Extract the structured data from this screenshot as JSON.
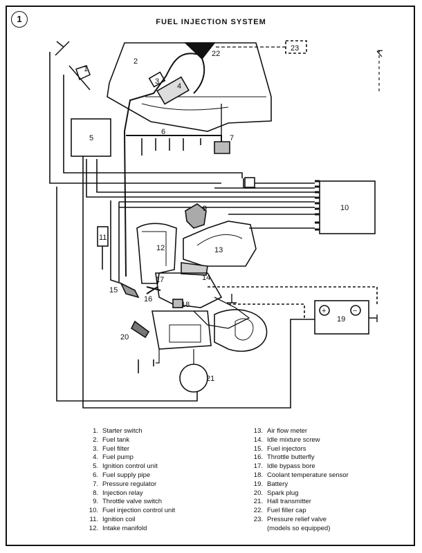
{
  "figure": {
    "number": "1",
    "title": "FUEL INJECTION SYSTEM"
  },
  "callouts": [
    "1",
    "2",
    "3",
    "4",
    "5",
    "6",
    "7",
    "9",
    "10",
    "11",
    "12",
    "13",
    "14",
    "15",
    "16",
    "17",
    "18",
    "19",
    "20",
    "21",
    "22",
    "23"
  ],
  "battery_symbols": {
    "plus": "+",
    "minus": "−"
  },
  "legend_left": [
    {
      "n": "1.",
      "t": "Starter switch"
    },
    {
      "n": "2.",
      "t": "Fuel tank"
    },
    {
      "n": "3.",
      "t": "Fuel filter"
    },
    {
      "n": "4.",
      "t": "Fuel pump"
    },
    {
      "n": "5.",
      "t": "Ignition control unit"
    },
    {
      "n": "6.",
      "t": "Fuel supply pipe"
    },
    {
      "n": "7.",
      "t": "Pressure regulator"
    },
    {
      "n": "8.",
      "t": "Injection relay"
    },
    {
      "n": "9.",
      "t": "Throttle valve switch"
    },
    {
      "n": "10.",
      "t": "Fuel injection control unit"
    },
    {
      "n": "11.",
      "t": "Ignition coil"
    },
    {
      "n": "12.",
      "t": "Intake manifold"
    }
  ],
  "legend_right": [
    {
      "n": "13.",
      "t": "Air flow meter"
    },
    {
      "n": "14.",
      "t": "Idle mixture screw"
    },
    {
      "n": "15.",
      "t": "Fuel injectors"
    },
    {
      "n": "16.",
      "t": "Throttle butterfly"
    },
    {
      "n": "17.",
      "t": "Idle bypass bore"
    },
    {
      "n": "18.",
      "t": "Coolant temperature sensor"
    },
    {
      "n": "19.",
      "t": "Battery"
    },
    {
      "n": "20.",
      "t": "Spark plug"
    },
    {
      "n": "21.",
      "t": "Hall transmitter"
    },
    {
      "n": "22.",
      "t": "Fuel filler cap"
    },
    {
      "n": "23.",
      "t": "Pressure relief valve"
    },
    {
      "n": "",
      "t": "(models so equipped)"
    }
  ]
}
